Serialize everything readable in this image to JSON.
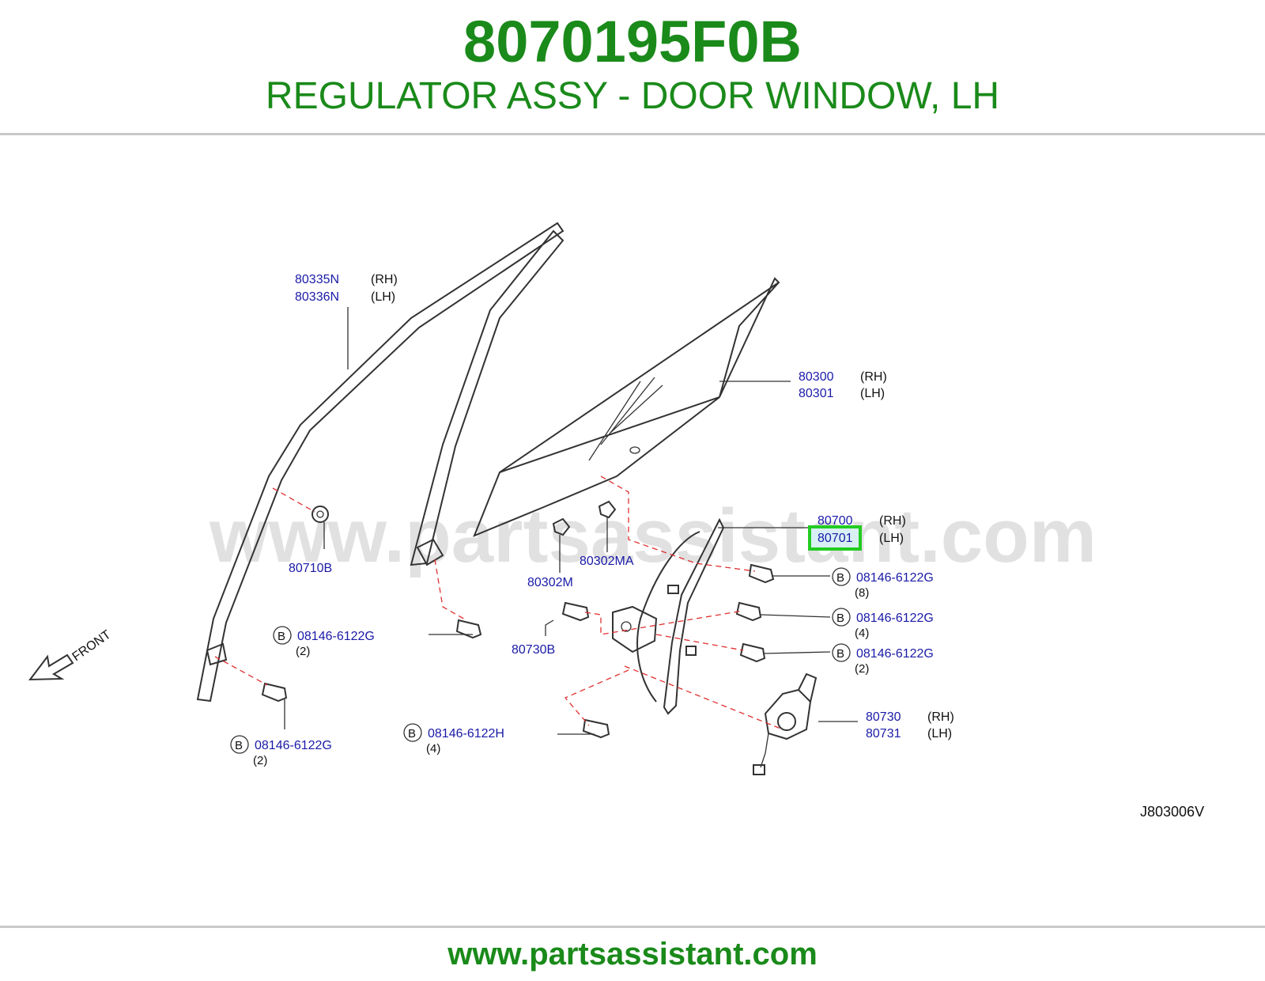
{
  "header": {
    "part_number": "8070195F0B",
    "description": "REGULATOR ASSY - DOOR WINDOW, LH"
  },
  "diagram": {
    "watermark": "www.partsassistant.com",
    "front_label": "FRONT",
    "reference_code": "J803006V",
    "highlighted_callout": "80701",
    "bolt_marker": "B",
    "callouts": {
      "sash_rh": "80335N",
      "sash_lh": "80336N",
      "glass_rh": "80300",
      "glass_lh": "80301",
      "regulator_rh": "80700",
      "regulator_lh": "80701",
      "grommet": "80710B",
      "clip_m": "80302M",
      "clip_ma": "80302MA",
      "bolt_motor_mount": "80730B",
      "motor_rh": "80730",
      "motor_lh": "80731",
      "bolt_top": "08146-6122G",
      "bolt_mid": "08146-6122G",
      "bolt_low": "08146-6122G",
      "bolt_left_mid": "08146-6122G",
      "bolt_left_low": "08146-6122G",
      "bolt_h": "08146-6122H"
    },
    "sides": {
      "rh": "(RH)",
      "lh": "(LH)"
    },
    "quantities": {
      "bolt_top": "(8)",
      "bolt_mid": "(4)",
      "bolt_low": "(2)",
      "bolt_left_mid": "(2)",
      "bolt_left_low": "(2)",
      "bolt_h": "(4)"
    },
    "colors": {
      "callout": "#1a1aa8",
      "leader": "#333333",
      "dashed": "#e03030",
      "highlight": "#22cc22",
      "brand": "#1a8a1a"
    }
  },
  "footer": {
    "url": "www.partsassistant.com"
  }
}
